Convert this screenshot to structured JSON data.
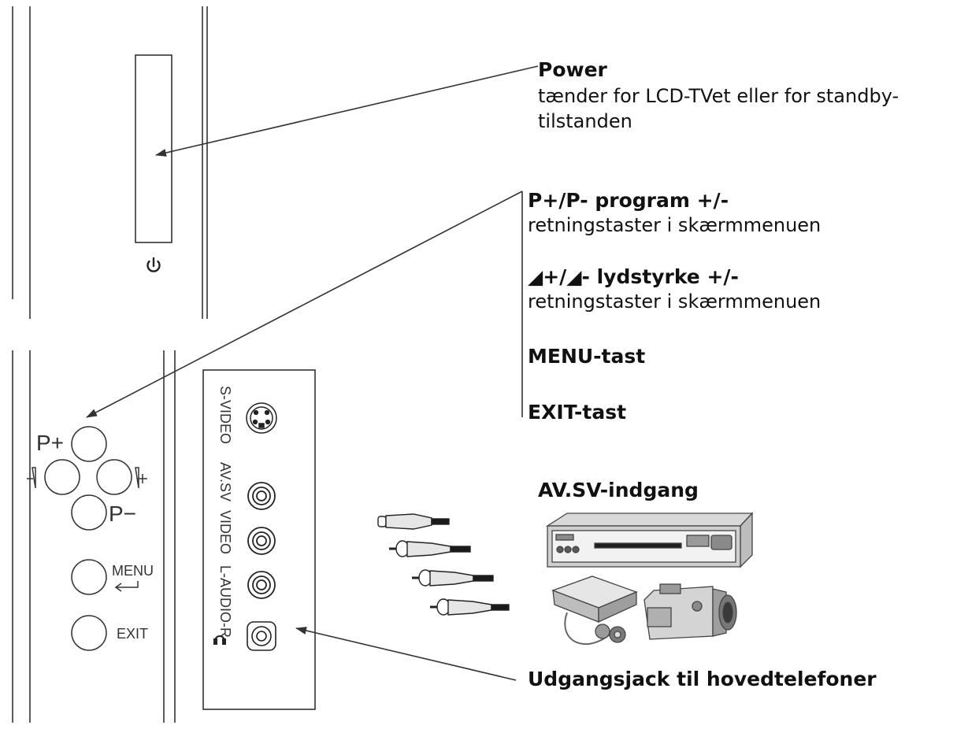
{
  "callouts": {
    "power": {
      "title": "Power",
      "desc_line1": "tænder for LCD-TVet eller for standby-",
      "desc_line2": "tilstanden"
    },
    "program": {
      "title": "P+/P-   program +/-",
      "desc": "retningstaster i skærmmenuen"
    },
    "volume": {
      "title": "◢+/◢-  lydstyrke +/-",
      "desc": "retningstaster i skærmmenuen"
    },
    "menu": {
      "title": "MENU-tast"
    },
    "exit": {
      "title": "EXIT-tast"
    },
    "avsv": {
      "title": "AV.SV-indgang"
    },
    "headphone": {
      "title": "Udgangsjack til hovedtelefoner"
    }
  },
  "device_labels": {
    "p_plus": "P+",
    "p_minus": "P−",
    "menu": "MENU",
    "exit": "EXIT",
    "s_video": "S-VIDEO",
    "av_sv": "AV.SV",
    "video": "VIDEO",
    "audio": "L-AUDIO-R"
  },
  "icons": [
    "power-symbol-icon",
    "volume-down-icon",
    "volume-up-icon",
    "enter-arrow-icon",
    "headphone-icon",
    "s-video-plug-icon",
    "rca-plug-icon",
    "dvd-player-icon",
    "projector-icon",
    "camcorder-icon"
  ]
}
